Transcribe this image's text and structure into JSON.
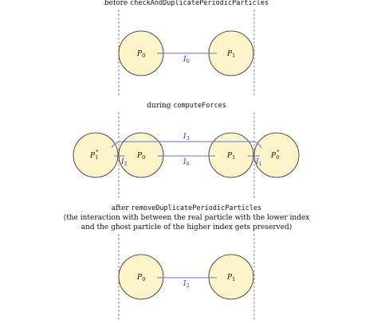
{
  "colors": {
    "particle_fill": "#fdf5c9",
    "particle_stroke": "#222222",
    "interaction": "#6b6bf0",
    "boundary": "#888888"
  },
  "captions": {
    "before_prefix": "before ",
    "before_code": "checkAndDuplicatePeriodicParticles",
    "during_prefix": "during ",
    "during_code": "computeForces",
    "after_prefix": "after ",
    "after_code": "removeDuplicatePeriodicParticles",
    "after_note_line1": "(the interaction with between the real particle with the lower index",
    "after_note_line2": "and the ghost particle of the higher index gets preserved)"
  },
  "particles": {
    "p0": {
      "base": "P",
      "sub": "0"
    },
    "p1": {
      "base": "P",
      "sub": "1"
    },
    "ghost_p1": {
      "base": "P",
      "sub": "1",
      "sup": "*"
    },
    "ghost_p0": {
      "base": "P",
      "sub": "0",
      "sup": "*"
    }
  },
  "interactions": {
    "i0": {
      "base": "I",
      "sub": "0"
    },
    "i1": {
      "base": "I",
      "sub": "1"
    },
    "i2": {
      "base": "I",
      "sub": "2"
    },
    "i3": {
      "base": "I",
      "sub": "3"
    }
  }
}
